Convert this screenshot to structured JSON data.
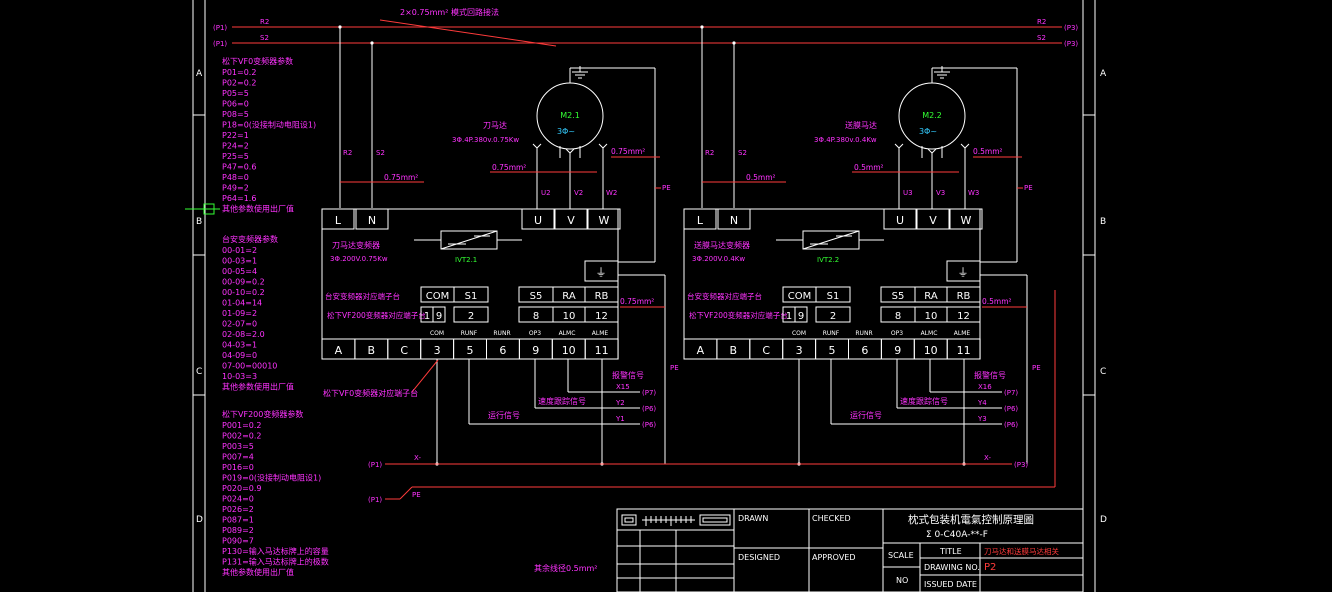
{
  "colors": {
    "bg": "#000000",
    "line": "#ffffff",
    "wire": "#ff3b3b",
    "note": "#ff33ff",
    "green": "#33ff33",
    "cyan": "#33ccff"
  },
  "border": {
    "rows": [
      "A",
      "B",
      "C",
      "D"
    ]
  },
  "top_note": "2×0.75mm² 模式回路接法",
  "buses": [
    {
      "left": "(P1)",
      "name": "R2",
      "right": "R2",
      "end": "(P3)"
    },
    {
      "left": "(P1)",
      "name": "S2",
      "right": "S2",
      "end": "(P3)"
    }
  ],
  "params_vf0": {
    "title": "松下VF0变频器参数",
    "lines": [
      "P01=0.2",
      "P02=0.2",
      "P05=5",
      "P06=0",
      "P08=5",
      "P18=0(没接制动电阻设1)",
      "P22=1",
      "P24=2",
      "P25=5",
      "P47=0.6",
      "P48=0",
      "P49=2",
      "P64=1.6",
      "其他参数使用出厂值"
    ]
  },
  "params_tai": {
    "title": "台安变频器参数",
    "lines": [
      "00-01=2",
      "00-03=1",
      "00-05=4",
      "00-09=0.2",
      "00-10=0.2",
      "01-04=14",
      "01-09=2",
      "02-07=0",
      "02-08=2.0",
      "04-03=1",
      "04-09=0",
      "07-00=00010",
      "10-03=3",
      "其他参数使用出厂值"
    ]
  },
  "params_vf200": {
    "title": "松下VF200变频器参数",
    "lines": [
      "P001=0.2",
      "P002=0.2",
      "P003=5",
      "P007=4",
      "P016=0",
      "P019=0(没接制动电阻设1)",
      "P020=0.9",
      "P024=0",
      "P026=2",
      "P087=1",
      "P089=2",
      "P090=7",
      "P130=输入马达标牌上的容量",
      "P131=输入马达标牌上的极数",
      "其他参数使用出厂值"
    ]
  },
  "drives": [
    {
      "motor_id": "M2.1",
      "motor_phase": "3Φ~",
      "motor_title": "刀马达",
      "motor_spec": "3Φ.4P.380v.0.75Kw",
      "inv_title": "刀马达变频器",
      "inv_spec": "3Φ.200V.0.75Kw",
      "inv_id": "IVT2.1",
      "wire_size_top": "0.75mm²",
      "wire_size_in": "0.75mm²",
      "wire_size_mid": "0.75mm²",
      "wire_size_out": "0.75mm²",
      "wire_size_pe": "0.75mm²",
      "out_labels": [
        "U2",
        "V2",
        "W2"
      ],
      "alarm": "报警信号",
      "speed": "速度跟踪信号",
      "run": "运行信号",
      "sig_out": [
        {
          "label": "X15",
          "end": "(P7)"
        },
        {
          "label": "Y2",
          "end": "(P6)"
        },
        {
          "label": "Y1",
          "end": "(P6)"
        }
      ]
    },
    {
      "motor_id": "M2.2",
      "motor_phase": "3Φ~",
      "motor_title": "送膜马达",
      "motor_spec": "3Φ.4P.380v.0.4Kw",
      "inv_title": "送膜马达变频器",
      "inv_spec": "3Φ.200V.0.4Kw",
      "inv_id": "IVT2.2",
      "wire_size_top": "0.5mm²",
      "wire_size_in": "0.5mm²",
      "wire_size_mid": "0.5mm²",
      "wire_size_out": "0.5mm²",
      "wire_size_pe": "0.5mm²",
      "out_labels": [
        "U3",
        "V3",
        "W3"
      ],
      "alarm": "报警信号",
      "speed": "速度跟踪信号",
      "run": "运行信号",
      "sig_out": [
        {
          "label": "X16",
          "end": "(P7)"
        },
        {
          "label": "Y4",
          "end": "(P6)"
        },
        {
          "label": "Y3",
          "end": "(P6)"
        }
      ]
    }
  ],
  "terminals": {
    "in": [
      "L",
      "N"
    ],
    "out": [
      "U",
      "V",
      "W"
    ],
    "ground": "⏚",
    "tai_label": "台安变频器对应端子台",
    "tai_terms": [
      "COM",
      "S1",
      "S5",
      "RA",
      "RB"
    ],
    "vf200_label": "松下VF200变频器对应端子台",
    "vf200_terms": [
      "1",
      "9",
      "2",
      "8",
      "10",
      "12"
    ],
    "sig_names": [
      "COM",
      "RUNF",
      "RUNR",
      "OP3",
      "ALMC",
      "ALME"
    ],
    "bottom": [
      "A",
      "B",
      "C",
      "3",
      "5",
      "6",
      "9",
      "10",
      "11"
    ]
  },
  "vf0_callout": "松下VF0变频器对应端子台",
  "common": {
    "x_left": "(P1)",
    "x_label": "X-",
    "x_right": "(P3)",
    "pe_left": "(P1)",
    "pe_label": "PE",
    "pe": "PE",
    "r2": "R2",
    "s2": "S2",
    "other_wire": "其余线径0.5mm²"
  },
  "title_block": {
    "drawn": "DRAWN",
    "checked": "CHECKED",
    "designed": "DESIGNED",
    "approved": "APPROVED",
    "title_cn": "枕式包装机電氣控制原理圖",
    "code": "Σ 0-C40A-**-F",
    "scale": "SCALE",
    "no": "NO",
    "title_lbl": "TITLE",
    "title_val": "刀马达和送膜马达相关",
    "drawing_no": "DRAWING NO.",
    "drawing_val": "P2",
    "issued": "ISSUED DATE"
  }
}
